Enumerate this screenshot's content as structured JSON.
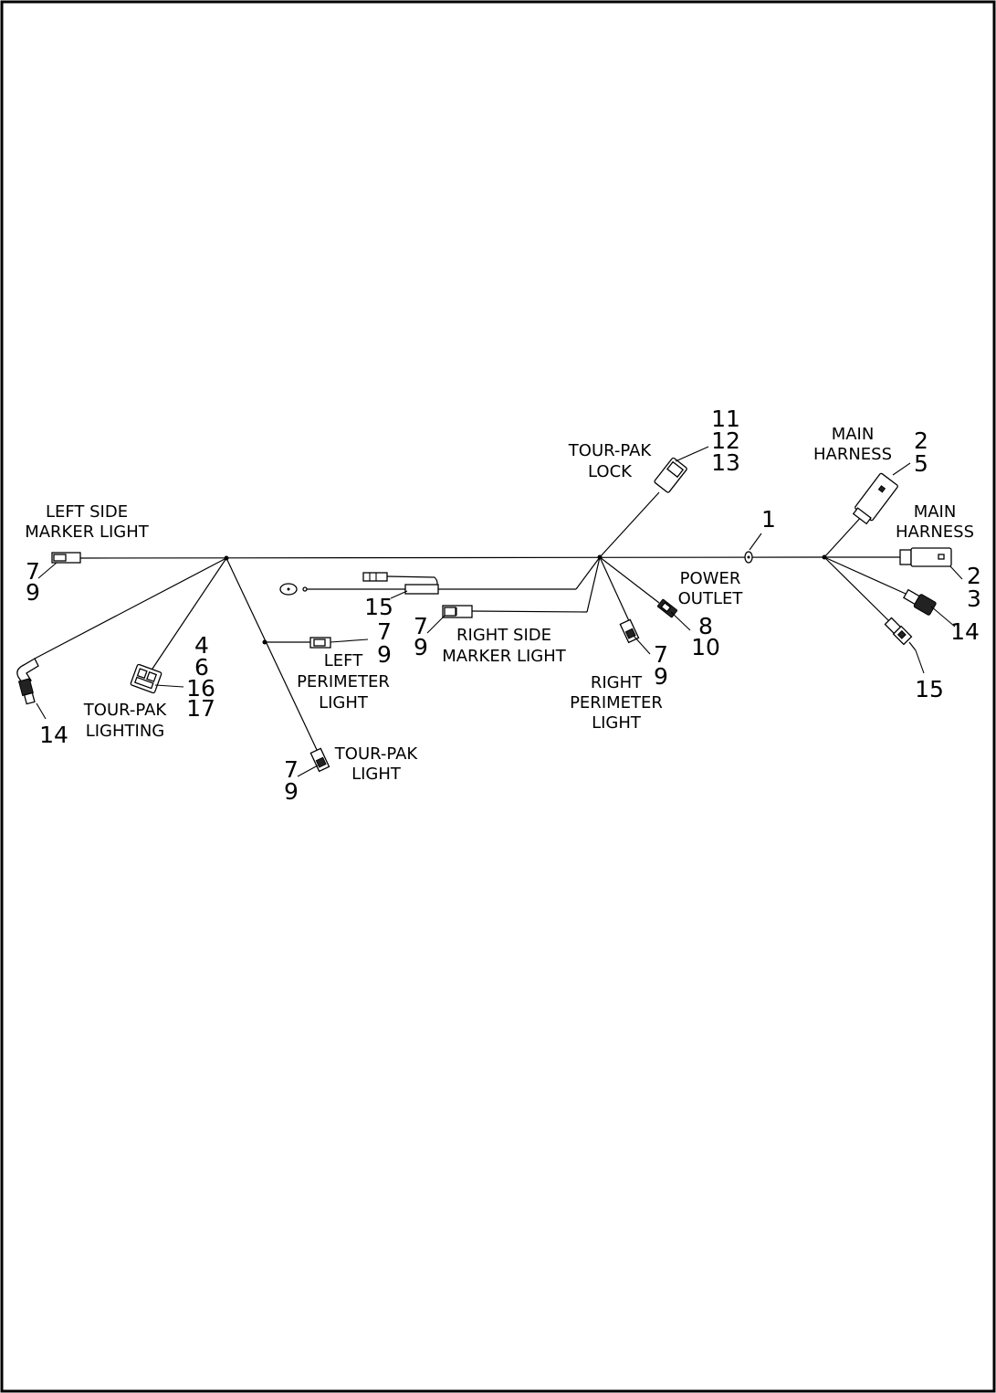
{
  "labels": {
    "left_side_marker": [
      "LEFT SIDE",
      "MARKER LIGHT"
    ],
    "tour_pak_lock": [
      "TOUR-PAK",
      "LOCK"
    ],
    "main_harness_top": [
      "MAIN",
      "HARNESS"
    ],
    "main_harness_right": [
      "MAIN",
      "HARNESS"
    ],
    "power_outlet": [
      "POWER",
      "OUTLET"
    ],
    "right_side_marker": [
      "RIGHT SIDE",
      "MARKER LIGHT"
    ],
    "left_perimeter": [
      "LEFT",
      "PERIMETER",
      "LIGHT"
    ],
    "right_perimeter": [
      "RIGHT",
      "PERIMETER",
      "LIGHT"
    ],
    "tour_pak_lighting": [
      "TOUR-PAK",
      "LIGHTING"
    ],
    "tour_pak_light": [
      "TOUR-PAK",
      "LIGHT"
    ]
  },
  "callouts": {
    "lock": [
      "11",
      "12",
      "13"
    ],
    "main_top": [
      "2",
      "5"
    ],
    "main_right": [
      "2",
      "3"
    ],
    "item_1": "1",
    "left_marker": [
      "7",
      "9"
    ],
    "grommet_15": "15",
    "right_marker": [
      "7",
      "9"
    ],
    "left_perimeter": [
      "7",
      "9"
    ],
    "power_outlet": [
      "8",
      "10"
    ],
    "right_perimeter": [
      "7",
      "9"
    ],
    "item_14_right": "14",
    "item_15_right": "15",
    "lighting": [
      "4",
      "6",
      "16",
      "17"
    ],
    "item_14_left": "14",
    "tour_pak_light": [
      "7",
      "9"
    ]
  }
}
